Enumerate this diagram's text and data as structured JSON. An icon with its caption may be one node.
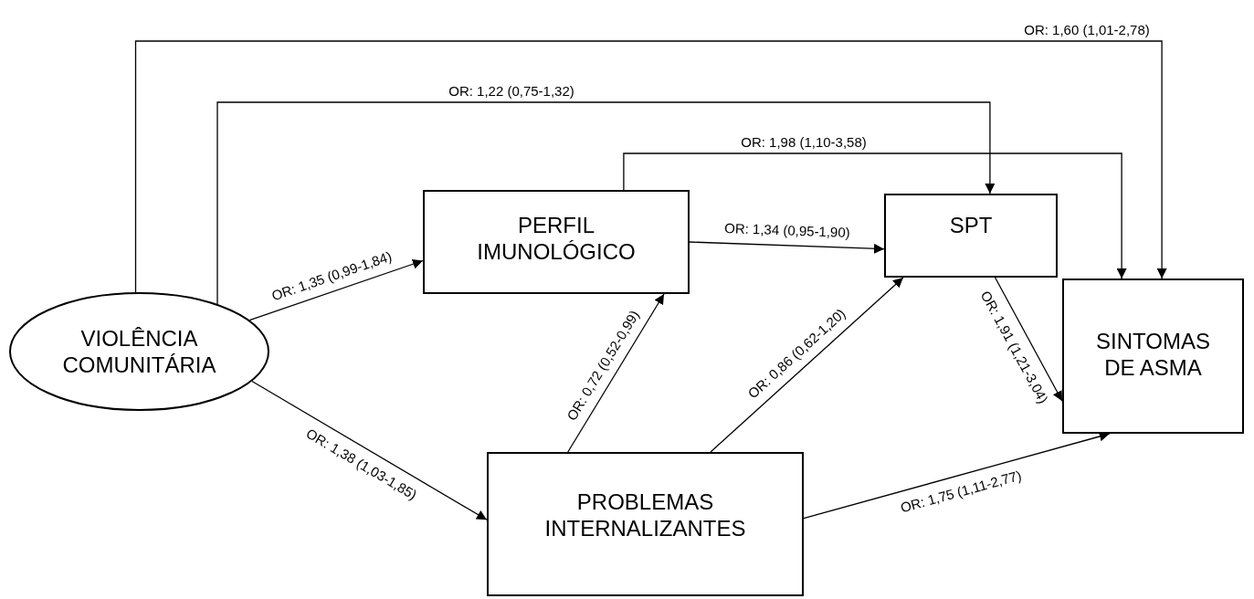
{
  "diagram": {
    "nodes": [
      {
        "text": [
          "VIOLÊNCIA COMUNITÁRIA"
        ]
      },
      {
        "text": [
          "PERFIL IMUNOLÓGICO"
        ]
      },
      {
        "text": [
          "SPT"
        ]
      },
      {
        "text": [
          "PROBLEMAS INTERNALIZANTES"
        ]
      },
      {
        "text": [
          "SINTOMAS DE ASMA"
        ]
      }
    ],
    "edges": [
      {
        "from": 0,
        "to": 1,
        "arrow": "to",
        "label": "OR: 1,35 (0,99-1,84)"
      },
      {
        "from": 0,
        "to": 3,
        "arrow": "to",
        "label": "OR: 1,38 (1,03-1,85)"
      },
      {
        "from": 3,
        "to": 1,
        "arrow": "to",
        "label": "OR: 0,72 (0,52-0,99)"
      },
      {
        "from": 1,
        "to": 2,
        "arrow": "to",
        "label": "OR: 1,34 (0,95-1,90)"
      },
      {
        "from": 3,
        "to": 2,
        "arrow": "to",
        "label": "OR: 0,86 (0,62-1,20)"
      },
      {
        "from": 2,
        "to": 4,
        "arrow": "to",
        "label": "OR: 1,91 (1,21-3,04)"
      },
      {
        "from": 3,
        "to": 4,
        "arrow": "to",
        "label": "OR: 1,75 (1,11-2,77)"
      },
      {
        "from": 1,
        "to": 4,
        "arrow": "to",
        "label": "OR: 1,98 (1,10-3,58)"
      },
      {
        "from": 0,
        "to": 2,
        "arrow": "to",
        "label": "OR: 1,22 (0,75-1,32)"
      },
      {
        "from": 0,
        "to": 4,
        "arrow": "to",
        "label": "OR: 1,60 (1,01-2,78)"
      }
    ]
  }
}
